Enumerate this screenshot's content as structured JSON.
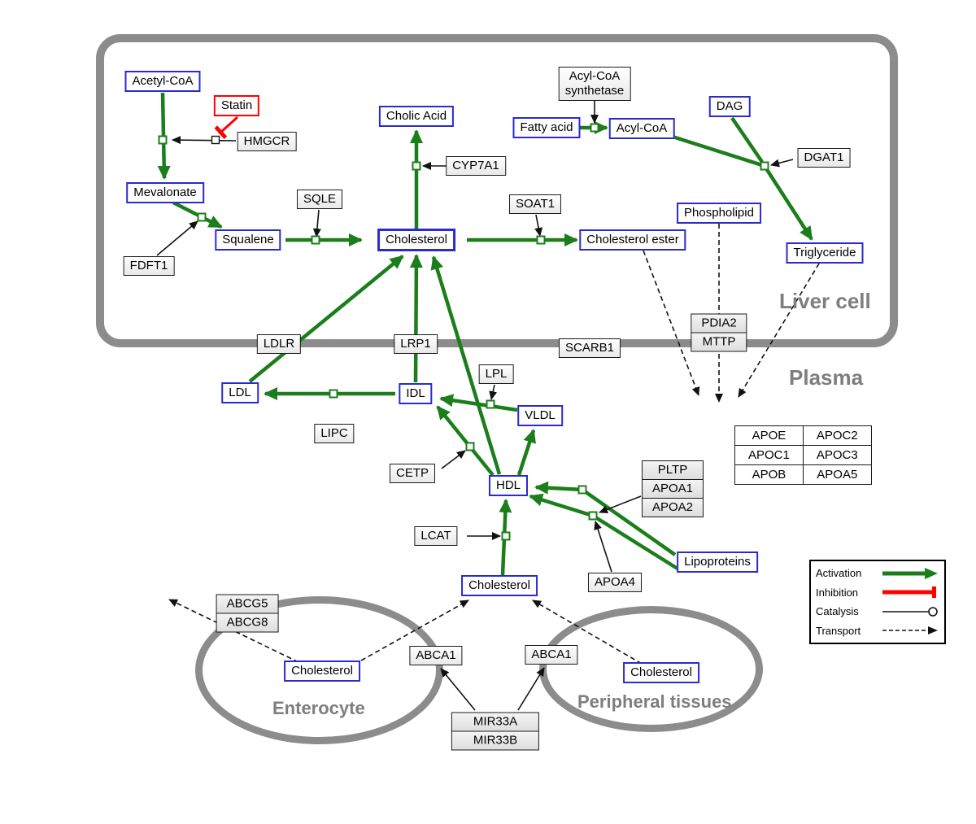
{
  "compartments": {
    "liver_cell": "Liver cell",
    "plasma": "Plasma",
    "enterocyte": "Enterocyte",
    "peripheral_tissues": "Peripheral tissues"
  },
  "metabolites": {
    "acetyl_coa": "Acetyl-CoA",
    "mevalonate": "Mevalonate",
    "squalene": "Squalene",
    "cholesterol_liver": "Cholesterol",
    "cholic_acid": "Cholic Acid",
    "fatty_acid": "Fatty acid",
    "acyl_coa": "Acyl-CoA",
    "dag": "DAG",
    "phospholipid": "Phospholipid",
    "cholesterol_ester": "Cholesterol ester",
    "triglyceride": "Triglyceride",
    "ldl": "LDL",
    "idl": "IDL",
    "vldl": "VLDL",
    "hdl": "HDL",
    "cholesterol_plasma": "Cholesterol",
    "cholesterol_enterocyte": "Cholesterol",
    "cholesterol_peripheral": "Cholesterol",
    "lipoproteins": "Lipoproteins"
  },
  "proteins": {
    "statin": "Statin",
    "hmgcr": "HMGCR",
    "fdft1": "FDFT1",
    "sqle": "SQLE",
    "cyp7a1": "CYP7A1",
    "soat1": "SOAT1",
    "acyl_coa_synthetase": {
      "line1": "Acyl-CoA",
      "line2": "synthetase"
    },
    "dgat1": "DGAT1",
    "pdia2": "PDIA2",
    "mttp": "MTTP",
    "ldlr": "LDLR",
    "lrp1": "LRP1",
    "scarb1": "SCARB1",
    "lpl": "LPL",
    "lipc": "LIPC",
    "cetp": "CETP",
    "lcat": "LCAT",
    "pltp": "PLTP",
    "apoa1": "APOA1",
    "apoa2": "APOA2",
    "apoa4": "APOA4",
    "abcg5": "ABCG5",
    "abcg8": "ABCG8",
    "abca1_enterocyte": "ABCA1",
    "abca1_peripheral": "ABCA1",
    "mir33a": "MIR33A",
    "mir33b": "MIR33B"
  },
  "apo_table": {
    "rows": [
      [
        "APOE",
        "APOC2"
      ],
      [
        "APOC1",
        "APOC3"
      ],
      [
        "APOB",
        "APOA5"
      ]
    ]
  },
  "legend": {
    "activation": "Activation",
    "inhibition": "Inhibition",
    "catalysis": "Catalysis",
    "transport": "Transport"
  },
  "colors": {
    "metabolite_border": "#2a2ad0",
    "protein_border": "#1a1a1a",
    "activation_green": "#1b7e1b",
    "inhibition_red": "#ff0000",
    "compartment_gray": "#8c8c8c"
  }
}
